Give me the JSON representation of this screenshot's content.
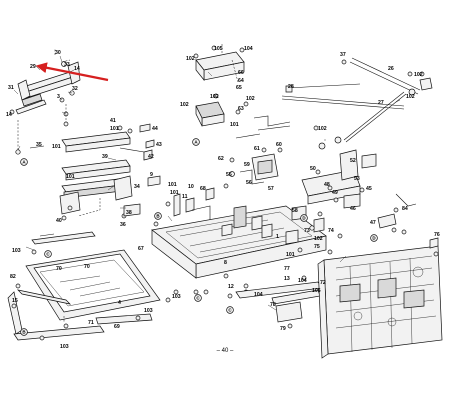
{
  "page_number": "– 40 –",
  "arrow_color": "#d62020",
  "callouts": [
    {
      "id": "c1",
      "text": "30"
    },
    {
      "id": "c2",
      "text": "29"
    },
    {
      "id": "c3",
      "text": "33"
    },
    {
      "id": "c4",
      "text": "14"
    },
    {
      "id": "c5",
      "text": "31"
    },
    {
      "id": "c6",
      "text": "32"
    },
    {
      "id": "c7",
      "text": "3"
    },
    {
      "id": "c8",
      "text": "14"
    },
    {
      "id": "c9",
      "text": "35"
    },
    {
      "id": "c10",
      "text": "41"
    },
    {
      "id": "c11",
      "text": "101"
    },
    {
      "id": "c12",
      "text": "101"
    },
    {
      "id": "c13",
      "text": "44"
    },
    {
      "id": "c14",
      "text": "43"
    },
    {
      "id": "c15",
      "text": "42"
    },
    {
      "id": "c16",
      "text": "39"
    },
    {
      "id": "c17",
      "text": "34"
    },
    {
      "id": "c18",
      "text": "40"
    },
    {
      "id": "c19",
      "text": "101"
    },
    {
      "id": "c20",
      "text": "38"
    },
    {
      "id": "c21",
      "text": "36"
    },
    {
      "id": "c22",
      "text": "103"
    },
    {
      "id": "c23",
      "text": "82"
    },
    {
      "id": "c24",
      "text": "70"
    },
    {
      "id": "c25",
      "text": "70"
    },
    {
      "id": "c26",
      "text": "4"
    },
    {
      "id": "c27",
      "text": "69"
    },
    {
      "id": "c28",
      "text": "71"
    },
    {
      "id": "c29",
      "text": "15"
    },
    {
      "id": "c30",
      "text": "103"
    },
    {
      "id": "c31",
      "text": "103"
    },
    {
      "id": "c32",
      "text": "103"
    },
    {
      "id": "c33",
      "text": "105"
    },
    {
      "id": "c34",
      "text": "104"
    },
    {
      "id": "c35",
      "text": "66"
    },
    {
      "id": "c36",
      "text": "64"
    },
    {
      "id": "c37",
      "text": "65"
    },
    {
      "id": "c38",
      "text": "102"
    },
    {
      "id": "c39",
      "text": "102"
    },
    {
      "id": "c40",
      "text": "102"
    },
    {
      "id": "c41",
      "text": "63"
    },
    {
      "id": "c42",
      "text": "101"
    },
    {
      "id": "c43",
      "text": "102"
    },
    {
      "id": "c44",
      "text": "37"
    },
    {
      "id": "c45",
      "text": "26"
    },
    {
      "id": "c46",
      "text": "102"
    },
    {
      "id": "c47",
      "text": "28"
    },
    {
      "id": "c48",
      "text": "27"
    },
    {
      "id": "c49",
      "text": "102"
    },
    {
      "id": "c50",
      "text": "102"
    },
    {
      "id": "c51",
      "text": "60"
    },
    {
      "id": "c52",
      "text": "61"
    },
    {
      "id": "c53",
      "text": "59"
    },
    {
      "id": "c54",
      "text": "56"
    },
    {
      "id": "c55",
      "text": "57"
    },
    {
      "id": "c56",
      "text": "55"
    },
    {
      "id": "c57",
      "text": "62"
    },
    {
      "id": "c58",
      "text": "101"
    },
    {
      "id": "c59",
      "text": "101"
    },
    {
      "id": "c60",
      "text": "10"
    },
    {
      "id": "c61",
      "text": "11"
    },
    {
      "id": "c62",
      "text": "9"
    },
    {
      "id": "c63",
      "text": "68"
    },
    {
      "id": "c64",
      "text": "67"
    },
    {
      "id": "c65",
      "text": "52"
    },
    {
      "id": "c66",
      "text": "53"
    },
    {
      "id": "c67",
      "text": "50"
    },
    {
      "id": "c68",
      "text": "48"
    },
    {
      "id": "c69",
      "text": "49"
    },
    {
      "id": "c70",
      "text": "46"
    },
    {
      "id": "c71",
      "text": "45"
    },
    {
      "id": "c72",
      "text": "73"
    },
    {
      "id": "c73",
      "text": "1"
    },
    {
      "id": "c74",
      "text": "101"
    },
    {
      "id": "c75",
      "text": "58"
    },
    {
      "id": "c76",
      "text": "74"
    },
    {
      "id": "c77",
      "text": "47"
    },
    {
      "id": "c78",
      "text": "84"
    },
    {
      "id": "c79",
      "text": "76"
    },
    {
      "id": "c80",
      "text": "77"
    },
    {
      "id": "c81",
      "text": "13"
    },
    {
      "id": "c82",
      "text": "12"
    },
    {
      "id": "c83",
      "text": "104"
    },
    {
      "id": "c84",
      "text": "104"
    },
    {
      "id": "c85",
      "text": "78"
    },
    {
      "id": "c86",
      "text": "79"
    },
    {
      "id": "c87",
      "text": "106"
    },
    {
      "id": "c88",
      "text": "72"
    },
    {
      "id": "c89",
      "text": "102"
    },
    {
      "id": "c90",
      "text": "75"
    },
    {
      "id": "c91",
      "text": "8"
    }
  ],
  "markers": [
    {
      "id": "m1",
      "text": "A"
    },
    {
      "id": "m2",
      "text": "B"
    },
    {
      "id": "m3",
      "text": "C"
    },
    {
      "id": "m4",
      "text": "A"
    },
    {
      "id": "m5",
      "text": "B"
    },
    {
      "id": "m6",
      "text": "C"
    },
    {
      "id": "m7",
      "text": "D"
    },
    {
      "id": "m8",
      "text": "D"
    },
    {
      "id": "m9",
      "text": "C"
    }
  ]
}
